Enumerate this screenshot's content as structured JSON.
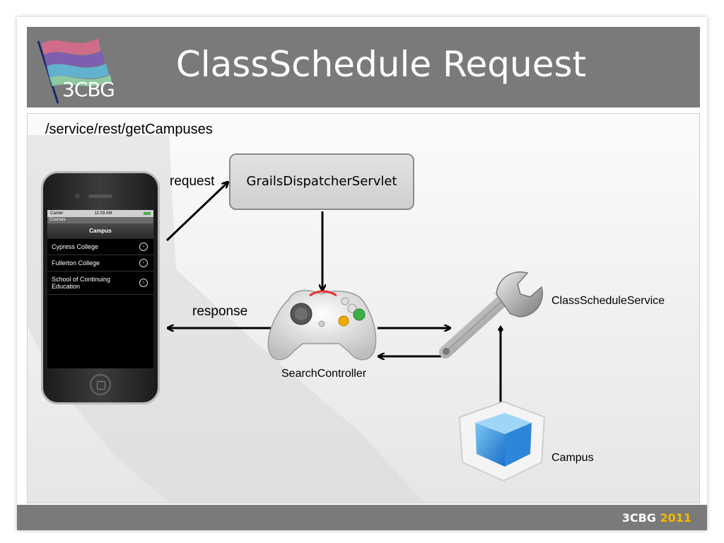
{
  "slide": {
    "title": "ClassSchedule Request",
    "logo_text": "3CBG",
    "footer": {
      "brand": "3CBG",
      "year": "2011"
    }
  },
  "diagram": {
    "route": "/service/rest/getCampuses",
    "dispatcher": "GrailsDispatcherServlet",
    "controller": "SearchController",
    "service": "ClassScheduleService",
    "domain": "Campus",
    "request_label": "request",
    "response_label": "response"
  },
  "phone": {
    "carrier": "Carrier",
    "time": "11:03 AM",
    "nav_title": "Courses",
    "section": "Campus",
    "rows": [
      "Cypress College",
      "Fullerton College",
      "School of Continuing Education"
    ]
  },
  "icons": {
    "logo": "flag-ribbons-icon",
    "controller": "gamepad-icon",
    "service": "wrench-icon",
    "domain": "cube-icon"
  },
  "colors": {
    "header_bg": "#7a7a7a",
    "footer_year": "#f5b800"
  }
}
